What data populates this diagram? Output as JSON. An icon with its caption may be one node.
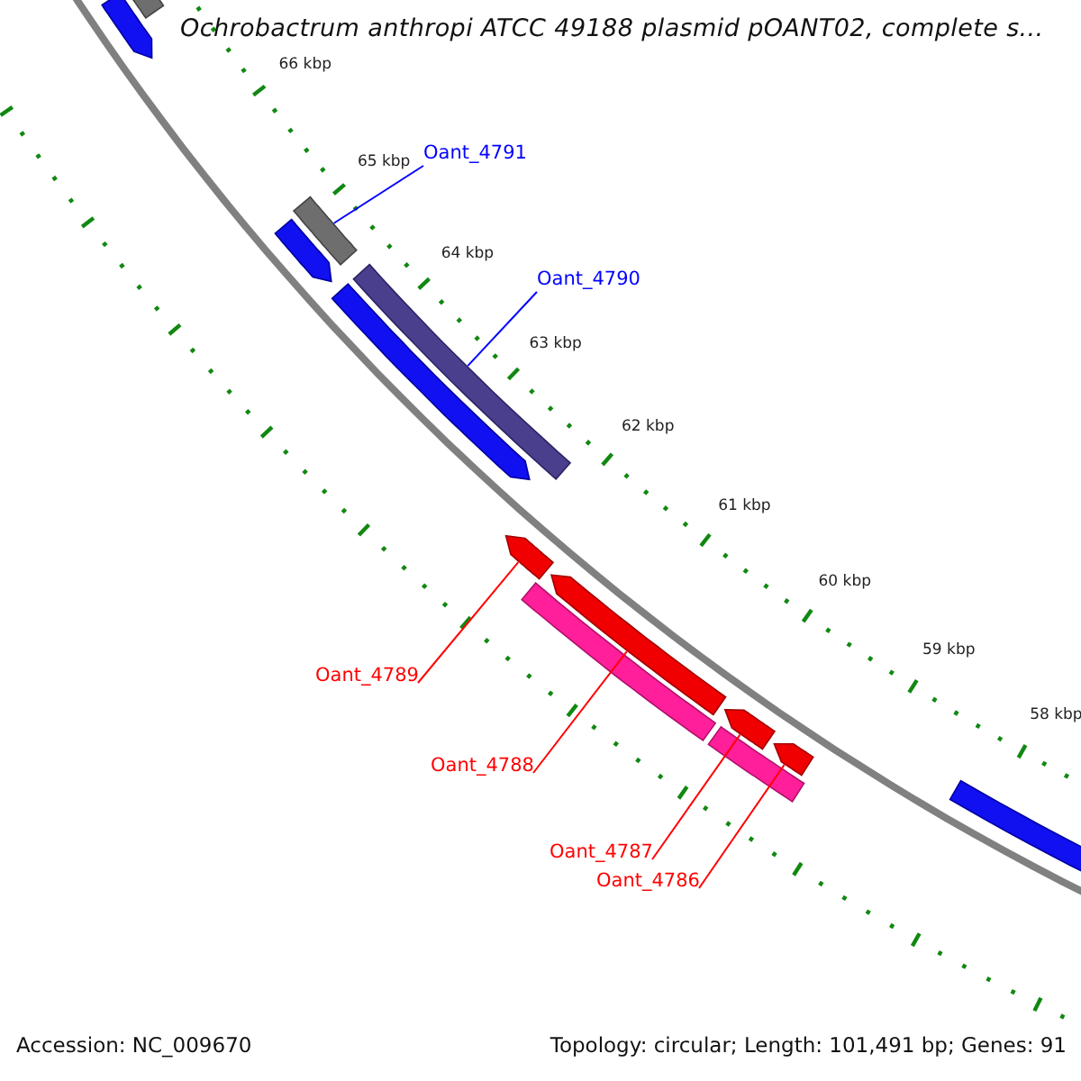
{
  "diagram": {
    "title": "Ochrobactrum anthropi ATCC 49188 plasmid pOANT02, complete s...",
    "nodes": [
      {
        "text": [
          "Oant_4791"
        ]
      },
      {
        "text": [],
        "shape": "bar"
      },
      {
        "text": [
          "Oant_4790"
        ]
      },
      {
        "text": [],
        "shape": "bar"
      },
      {
        "text": [],
        "shape": "arrow"
      },
      {
        "text": [
          "Oant_4789"
        ]
      },
      {
        "text": [],
        "shape": "arrow"
      },
      {
        "text": [
          "Oant_4788"
        ]
      },
      {
        "text": [],
        "shape": "arrow"
      },
      {
        "text": [
          "Oant_4787"
        ]
      },
      {
        "text": [],
        "shape": "arrow"
      },
      {
        "text": [
          "Oant_4786"
        ]
      },
      {
        "text": [],
        "shape": "arrow"
      },
      {
        "text": [],
        "shape": "bar"
      },
      {
        "text": [],
        "shape": "arrow"
      },
      {
        "text": [],
        "shape": "arrow"
      },
      {
        "text": [],
        "shape": "bar"
      },
      {
        "text": [],
        "shape": "bar"
      },
      {
        "text": [],
        "shape": "bar"
      }
    ],
    "edges": [
      {
        "from": 0,
        "to": 1,
        "arrow": "none",
        "color": "#0000ff"
      },
      {
        "from": 2,
        "to": 3,
        "arrow": "none",
        "color": "#0000ff"
      },
      {
        "from": 5,
        "to": 4,
        "arrow": "none"
      },
      {
        "from": 7,
        "to": 6,
        "arrow": "none"
      },
      {
        "from": 9,
        "to": 8,
        "arrow": "none"
      },
      {
        "from": 11,
        "to": 10,
        "arrow": "none"
      }
    ],
    "labels": [
      "66 kbp",
      "65 kbp",
      "64 kbp",
      "63 kbp",
      "62 kbp",
      "61 kbp",
      "60 kbp",
      "59 kbp",
      "58 kbp",
      "Accession: NC_009670",
      "Topology: circular; Length: 101,491 bp; Genes: 91"
    ]
  }
}
